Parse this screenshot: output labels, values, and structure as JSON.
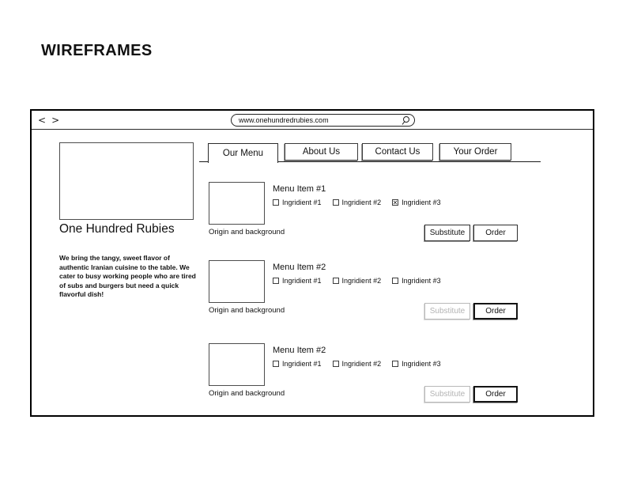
{
  "page_title": "WIREFRAMES",
  "browser": {
    "back_icon": "<",
    "forward_icon": ">",
    "url": "www.onehundredrubies.com"
  },
  "sidebar": {
    "brand": "One Hundred Rubies",
    "description": "We bring the tangy, sweet flavor of authentic Iranian cuisine to the table. We cater to busy working people who are tired of subs and burgers but need a quick flavorful dish!"
  },
  "tabs": [
    {
      "label": "Our Menu",
      "active": true
    },
    {
      "label": "About Us",
      "active": false
    },
    {
      "label": "Contact Us",
      "active": false
    },
    {
      "label": "Your Order",
      "active": false
    }
  ],
  "menu": {
    "items": [
      {
        "title": "Menu Item #1",
        "caption": "Origin and background",
        "ingredients": [
          {
            "label": "Ingridient #1",
            "checked": false
          },
          {
            "label": "Ingridient #2",
            "checked": false
          },
          {
            "label": "Ingridient #3",
            "checked": true
          }
        ],
        "substitute_label": "Substitute",
        "substitute_disabled": false,
        "order_label": "Order",
        "order_emphasis": false
      },
      {
        "title": "Menu Item #2",
        "caption": "Origin and background",
        "ingredients": [
          {
            "label": "Ingridient #1",
            "checked": false
          },
          {
            "label": "Ingridient #2",
            "checked": false
          },
          {
            "label": "Ingridient #3",
            "checked": false
          }
        ],
        "substitute_label": "Substitute",
        "substitute_disabled": true,
        "order_label": "Order",
        "order_emphasis": true
      },
      {
        "title": "Menu Item #2",
        "caption": "Origin and background",
        "ingredients": [
          {
            "label": "Ingridient #1",
            "checked": false
          },
          {
            "label": "Ingridient #2",
            "checked": false
          },
          {
            "label": "Ingridient #3",
            "checked": false
          }
        ],
        "substitute_label": "Substitute",
        "substitute_disabled": true,
        "order_label": "Order",
        "order_emphasis": true
      }
    ]
  }
}
